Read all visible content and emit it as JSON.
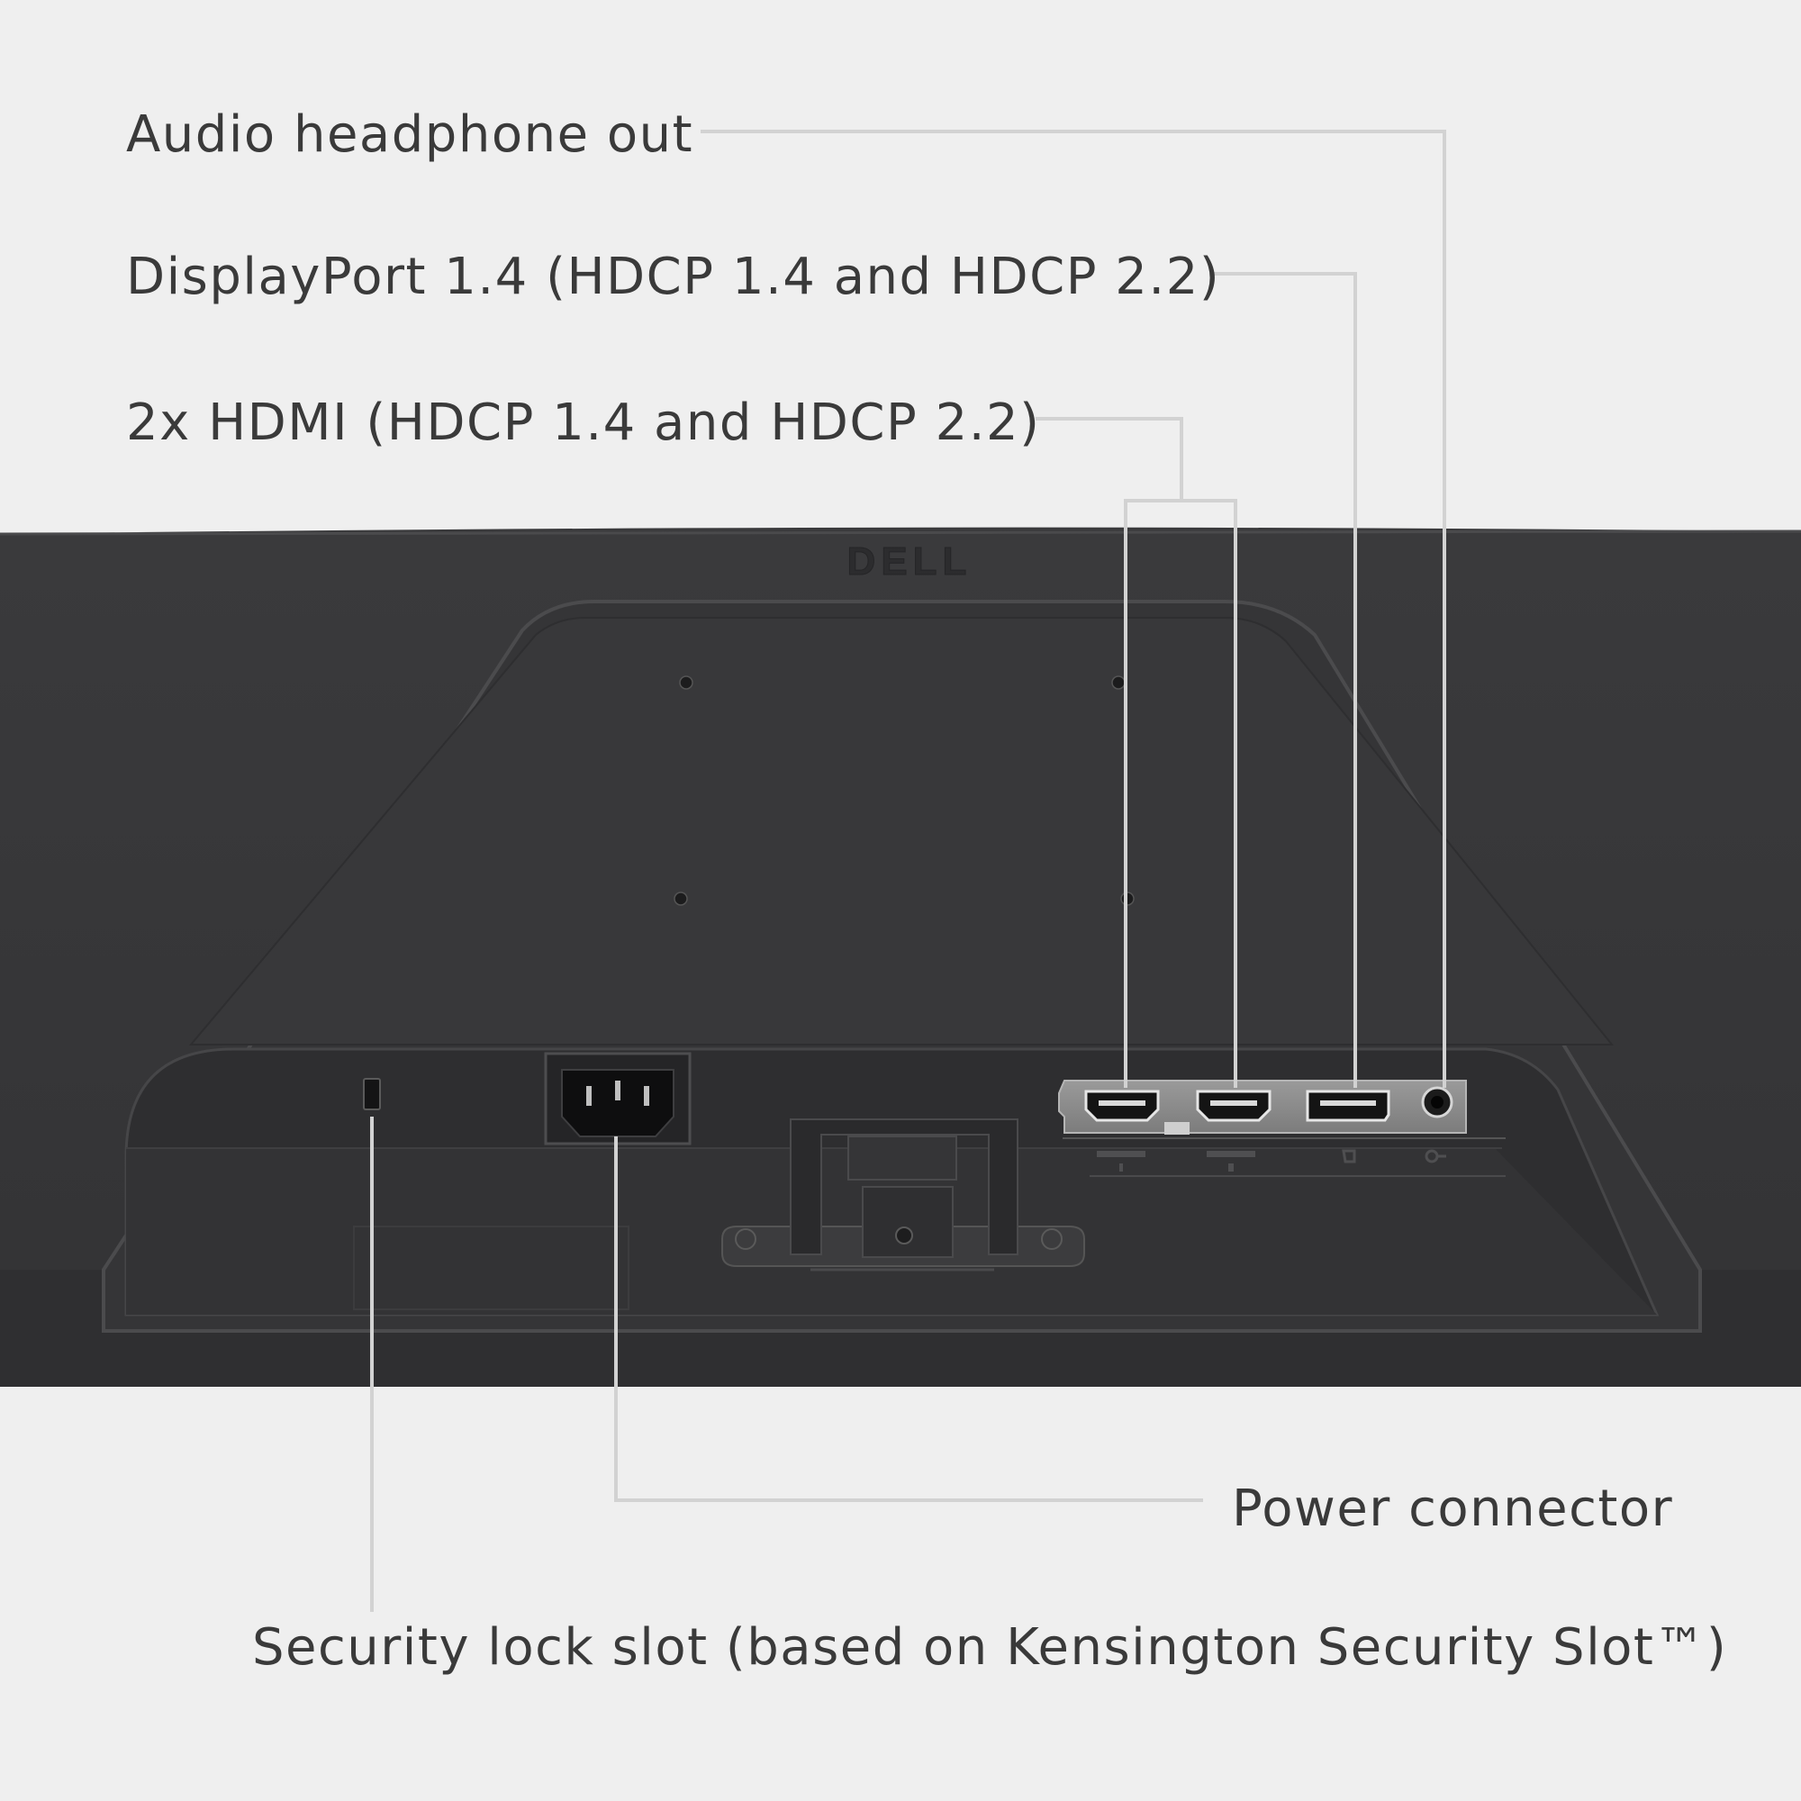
{
  "brand": {
    "logo_text": "DELL"
  },
  "callouts": {
    "audio": "Audio headphone out",
    "displayport": "DisplayPort 1.4 (HDCP 1.4 and HDCP 2.2)",
    "hdmi": "2x HDMI (HDCP 1.4 and HDCP 2.2)",
    "power": "Power connector",
    "security": "Security lock slot (based on Kensington Security Slot™)"
  },
  "colors": {
    "background": "#efefef",
    "monitor_body": "#3b3b3d",
    "leader_line": "#d2d2d2",
    "label_text": "#3a3a3a"
  },
  "port_icons": [
    "hdmi-1-icon",
    "hdmi-2-icon",
    "displayport-icon",
    "headphone-icon"
  ]
}
